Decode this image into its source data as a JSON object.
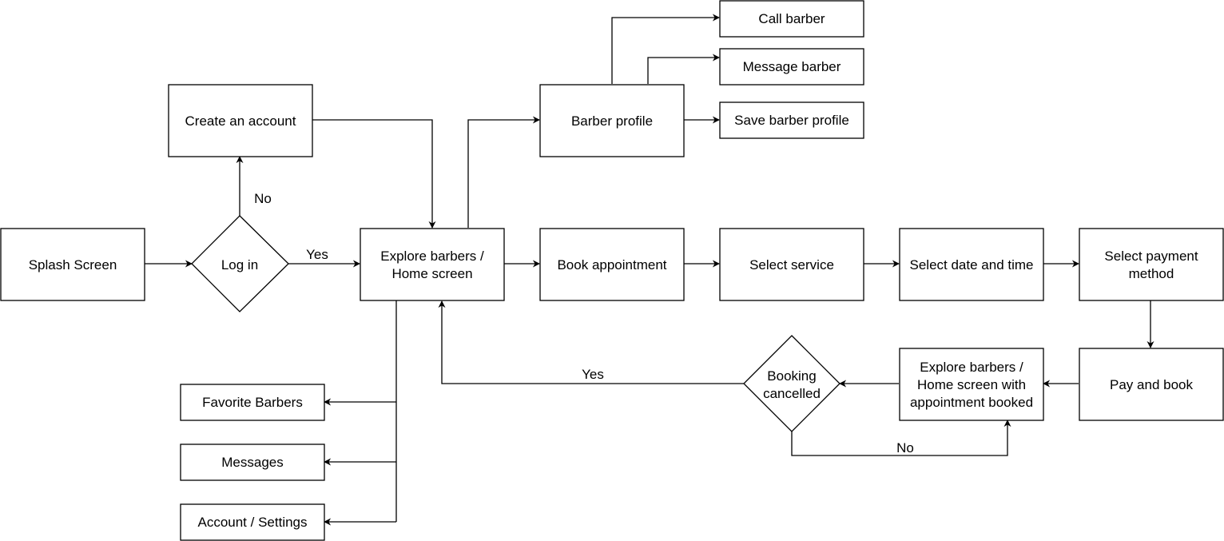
{
  "nodes": {
    "splash": {
      "lines": [
        "Splash Screen"
      ]
    },
    "login": {
      "lines": [
        "Log in"
      ]
    },
    "create_account": {
      "lines": [
        "Create an account"
      ]
    },
    "explore": {
      "lines": [
        "Explore barbers /",
        "Home screen"
      ]
    },
    "barber_profile": {
      "lines": [
        "Barber profile"
      ]
    },
    "call_barber": {
      "lines": [
        "Call barber"
      ]
    },
    "message_barber": {
      "lines": [
        "Message barber"
      ]
    },
    "save_barber": {
      "lines": [
        "Save barber profile"
      ]
    },
    "book": {
      "lines": [
        "Book appointment"
      ]
    },
    "select_service": {
      "lines": [
        "Select service"
      ]
    },
    "select_datetime": {
      "lines": [
        "Select date and time"
      ]
    },
    "select_payment": {
      "lines": [
        "Select payment",
        "method"
      ]
    },
    "pay_book": {
      "lines": [
        "Pay and book"
      ]
    },
    "explore_booked": {
      "lines": [
        "Explore barbers /",
        "Home screen with",
        "appointment booked"
      ]
    },
    "booking_cancelled": {
      "lines": [
        "Booking",
        "cancelled"
      ]
    },
    "favorites": {
      "lines": [
        "Favorite Barbers"
      ]
    },
    "messages": {
      "lines": [
        "Messages"
      ]
    },
    "account": {
      "lines": [
        "Account / Settings"
      ]
    }
  },
  "edge_labels": {
    "login_yes": "Yes",
    "login_no": "No",
    "cancel_yes": "Yes",
    "cancel_no": "No"
  }
}
